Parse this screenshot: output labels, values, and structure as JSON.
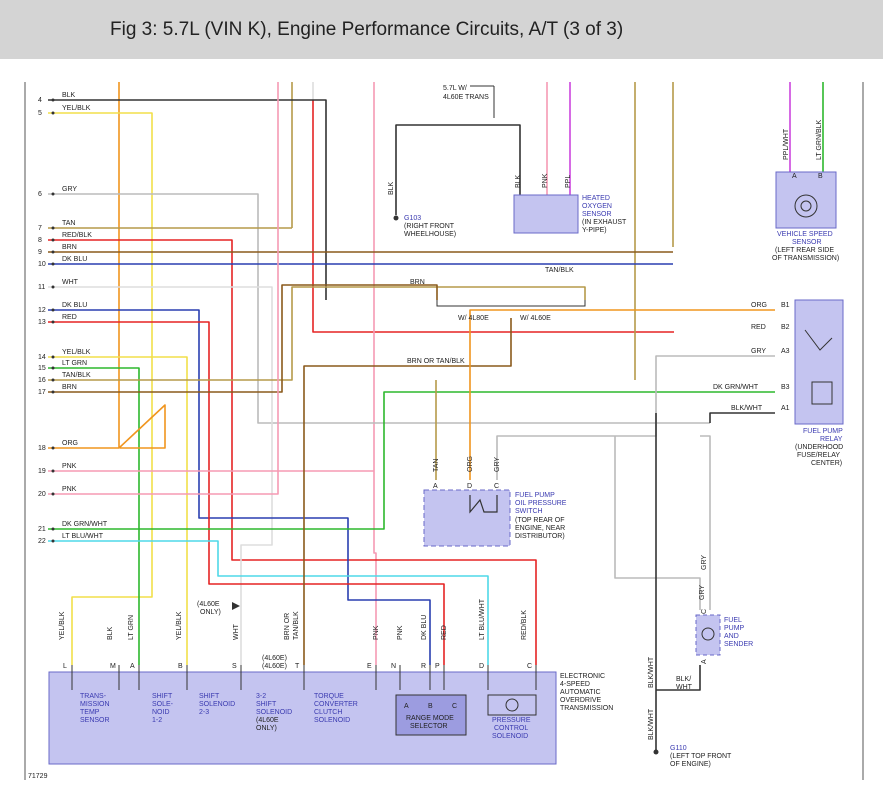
{
  "title": "Fig 3: 5.7L (VIN K), Engine Performance Circuits, A/T (3 of 3)",
  "figure_id": "71729",
  "colors": {
    "orange": "#f0951e",
    "black": "#333333",
    "yellow": "#f2df4a",
    "gray": "#bbbbbb",
    "tan": "#b59a4a",
    "red": "#e52424",
    "blue": "#2a3fb0",
    "white": "#dddddd",
    "brown": "#8a5a1c",
    "green": "#2db82d",
    "pink": "#f59ab4",
    "cyan": "#4fd8e8",
    "purple": "#cc44dd",
    "component_fill": "#c4c4f0",
    "component_stroke": "#6a6ac8",
    "label_blue": "#3a3ab0"
  },
  "connector_pins": [
    {
      "num": "4",
      "wire": "BLK"
    },
    {
      "num": "5",
      "wire": "YEL/BLK"
    },
    {
      "num": "6",
      "wire": "GRY"
    },
    {
      "num": "7",
      "wire": "TAN"
    },
    {
      "num": "8",
      "wire": "RED/BLK"
    },
    {
      "num": "9",
      "wire": "BRN"
    },
    {
      "num": "10",
      "wire": "DK BLU"
    },
    {
      "num": "11",
      "wire": "WHT"
    },
    {
      "num": "12",
      "wire": "DK BLU"
    },
    {
      "num": "13",
      "wire": "RED"
    },
    {
      "num": "14",
      "wire": "YEL/BLK"
    },
    {
      "num": "15",
      "wire": "LT GRN"
    },
    {
      "num": "16",
      "wire": "TAN/BLK"
    },
    {
      "num": "17",
      "wire": "BRN"
    },
    {
      "num": "18",
      "wire": "ORG"
    },
    {
      "num": "19",
      "wire": "PNK"
    },
    {
      "num": "20",
      "wire": "PNK"
    },
    {
      "num": "21",
      "wire": "DK GRN/WHT"
    },
    {
      "num": "22",
      "wire": "LT BLU/WHT"
    }
  ],
  "o2": {
    "note_line1": "5.7L W/",
    "note_line2": "4L60E TRANS",
    "wires": [
      "BLK",
      "PNK",
      "PPL"
    ],
    "label": [
      "HEATED",
      "OXYGEN",
      "SENSOR",
      "(IN EXHAUST",
      "Y-PIPE)"
    ],
    "ground_wire": "BLK",
    "ground_id": "G103",
    "ground_loc": [
      "(RIGHT FRONT",
      "WHEELHOUSE)"
    ]
  },
  "vss": {
    "wires": [
      "PPL/WHT",
      "LT GRN/BLK"
    ],
    "pins": [
      "A",
      "B"
    ],
    "label": [
      "VEHICLE SPEED",
      "SENSOR",
      "(LEFT REAR SIDE",
      "OF TRANSMISSION)"
    ]
  },
  "splice": {
    "tan_blk": "TAN/BLK",
    "brn": "BRN",
    "w1": "W/ 4L80E",
    "w2": "W/ 4L60E",
    "brn_or": "BRN OR TAN/BLK"
  },
  "relay": {
    "pins": [
      {
        "pin": "B1",
        "wire": "ORG"
      },
      {
        "pin": "B2",
        "wire": "RED"
      },
      {
        "pin": "A3",
        "wire": "GRY"
      },
      {
        "pin": "B3",
        "wire": "DK GRN/WHT"
      },
      {
        "pin": "A1",
        "wire": "BLK/WHT"
      }
    ],
    "label": [
      "FUEL PUMP",
      "RELAY",
      "(UNDERHOOD",
      "FUSE/RELAY",
      "CENTER)"
    ]
  },
  "ops": {
    "wires": [
      "TAN",
      "ORG",
      "GRY"
    ],
    "pins": [
      "A",
      "D",
      "C"
    ],
    "label": [
      "FUEL PUMP",
      "OIL PRESSURE",
      "SWITCH"
    ],
    "loc": [
      "(TOP REAR OF",
      "ENGINE, NEAR",
      "DISTRIBUTOR)"
    ]
  },
  "pump": {
    "gry": "GRY",
    "pins": [
      "C",
      "A"
    ],
    "label": [
      "FUEL",
      "PUMP",
      "AND",
      "SENDER"
    ],
    "blkwht": "BLK/WHT",
    "blk_slash": "BLK/",
    "wht": "WHT"
  },
  "g110": {
    "wire": "BLK/WHT",
    "id": "G110",
    "loc": [
      "(LEFT TOP FRONT",
      "OF ENGINE)"
    ]
  },
  "trans": {
    "wires": [
      "YEL/BLK",
      "BLK",
      "LT GRN",
      "YEL/BLK",
      "WHT",
      "BRN OR",
      "TAN/BLK",
      "PNK",
      "PNK",
      "DK BLU",
      "RED",
      "LT BLU/WHT",
      "RED/BLK"
    ],
    "pins": [
      "L",
      "M",
      "A",
      "B",
      "S",
      "T",
      "E",
      "N",
      "R",
      "P",
      "D",
      "C"
    ],
    "l60_1": "(4L60E)",
    "l60_2": "(4L60E)",
    "l60_only_1": "(4L60E",
    "l60_only_2": "ONLY)",
    "sensor": [
      "TRANS-",
      "MISSION",
      "TEMP",
      "SENSOR"
    ],
    "shift12": [
      "SHIFT",
      "SOLE-",
      "NOID",
      "1-2"
    ],
    "shift23": [
      "SHIFT",
      "SOLENOID",
      "2-3"
    ],
    "shift32": [
      "3-2",
      "SHIFT",
      "SOLENOID",
      "(4L60E",
      "ONLY)"
    ],
    "tcc": [
      "TORQUE",
      "CONVERTER",
      "CLUTCH",
      "SOLENOID"
    ],
    "range_pins": [
      "A",
      "B",
      "C"
    ],
    "range": [
      "RANGE MODE",
      "SELECTOR"
    ],
    "pcs": [
      "PRESSURE",
      "CONTROL",
      "SOLENOID"
    ],
    "label": [
      "ELECTRONIC",
      "4-SPEED",
      "AUTOMATIC",
      "OVERDRIVE",
      "TRANSMISSION"
    ]
  }
}
